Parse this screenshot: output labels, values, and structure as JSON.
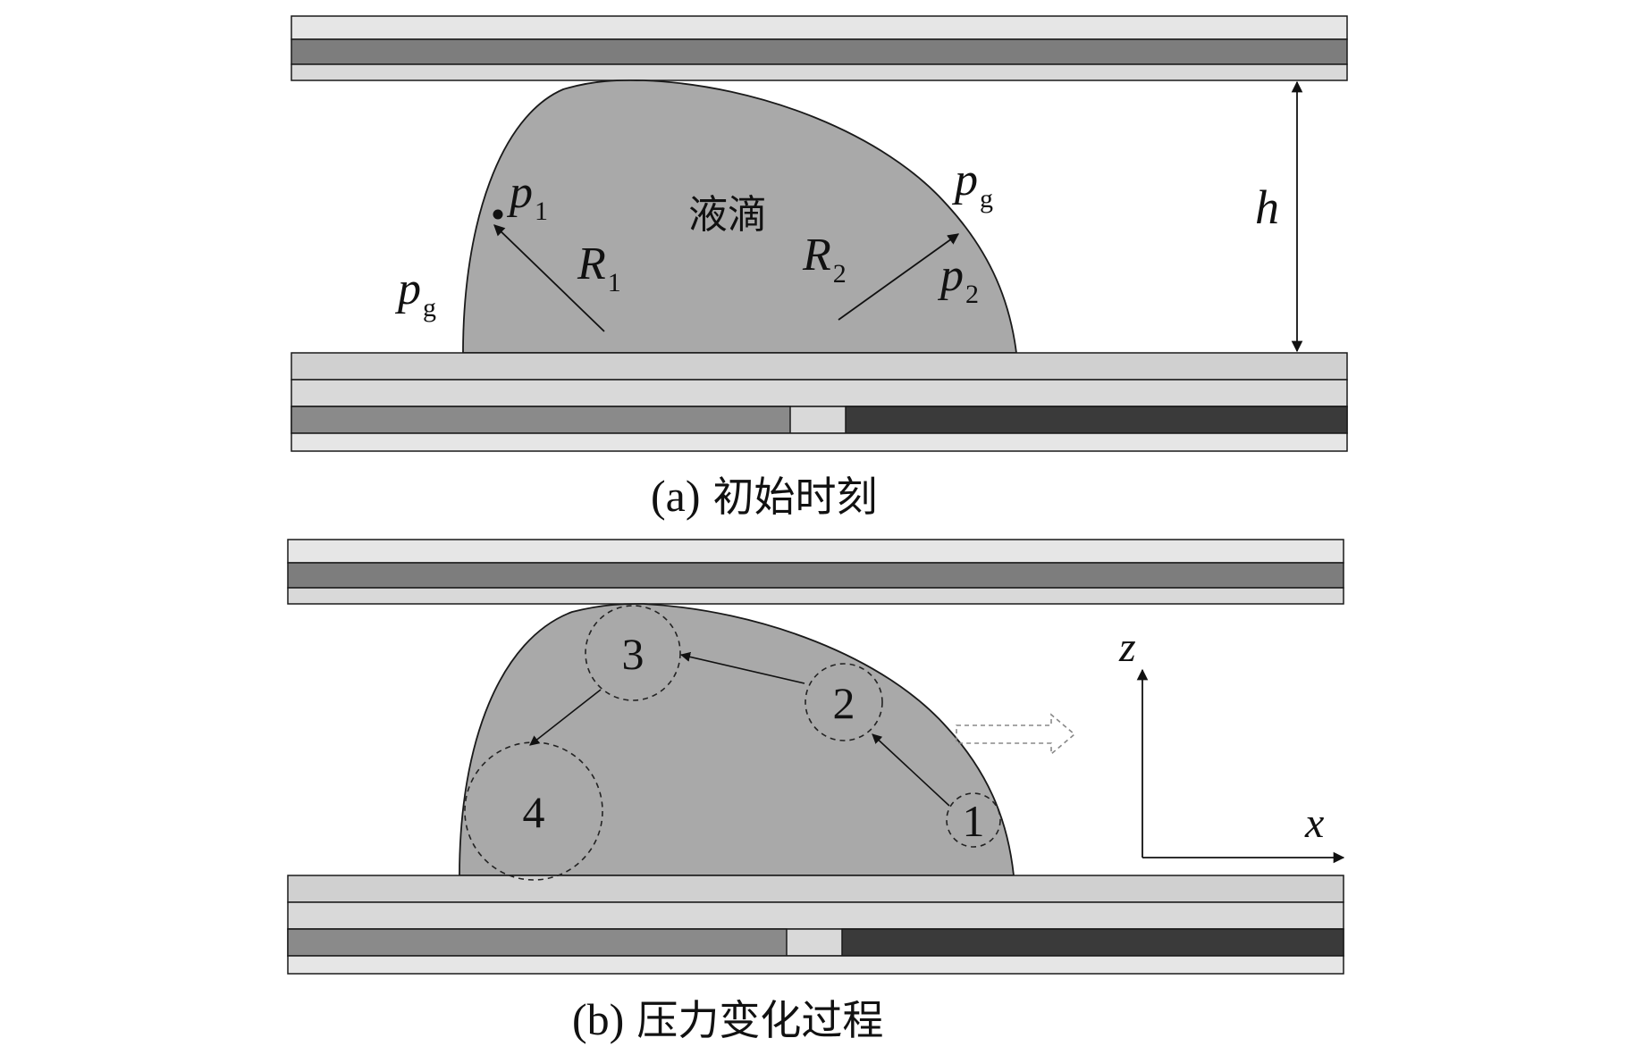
{
  "panel_a": {
    "caption_prefix": "(a)",
    "caption_text": "初始时刻",
    "droplet_label": "液滴",
    "p_left": {
      "main": "p",
      "sub": "g"
    },
    "p1": {
      "main": "p",
      "sub": "1"
    },
    "R1": {
      "main": "R",
      "sub": "1"
    },
    "R2": {
      "main": "R",
      "sub": "2"
    },
    "p_right": {
      "main": "p",
      "sub": "g"
    },
    "p2": {
      "main": "p",
      "sub": "2"
    },
    "gap_label": "h"
  },
  "panel_b": {
    "caption_prefix": "(b)",
    "caption_text": "压力变化过程",
    "points": [
      "1",
      "2",
      "3",
      "4"
    ],
    "axis_z": "z",
    "axis_x": "x"
  },
  "colors": {
    "droplet_fill": "#a9a9a9",
    "plate_light": "#e4e4e4",
    "plate_mid": "#d0d0d0",
    "electrode_gray": "#8a8a8a",
    "electrode_dark": "#3a3a3a",
    "top_band": "#7d7d7d",
    "stroke": "#1a1a1a"
  }
}
